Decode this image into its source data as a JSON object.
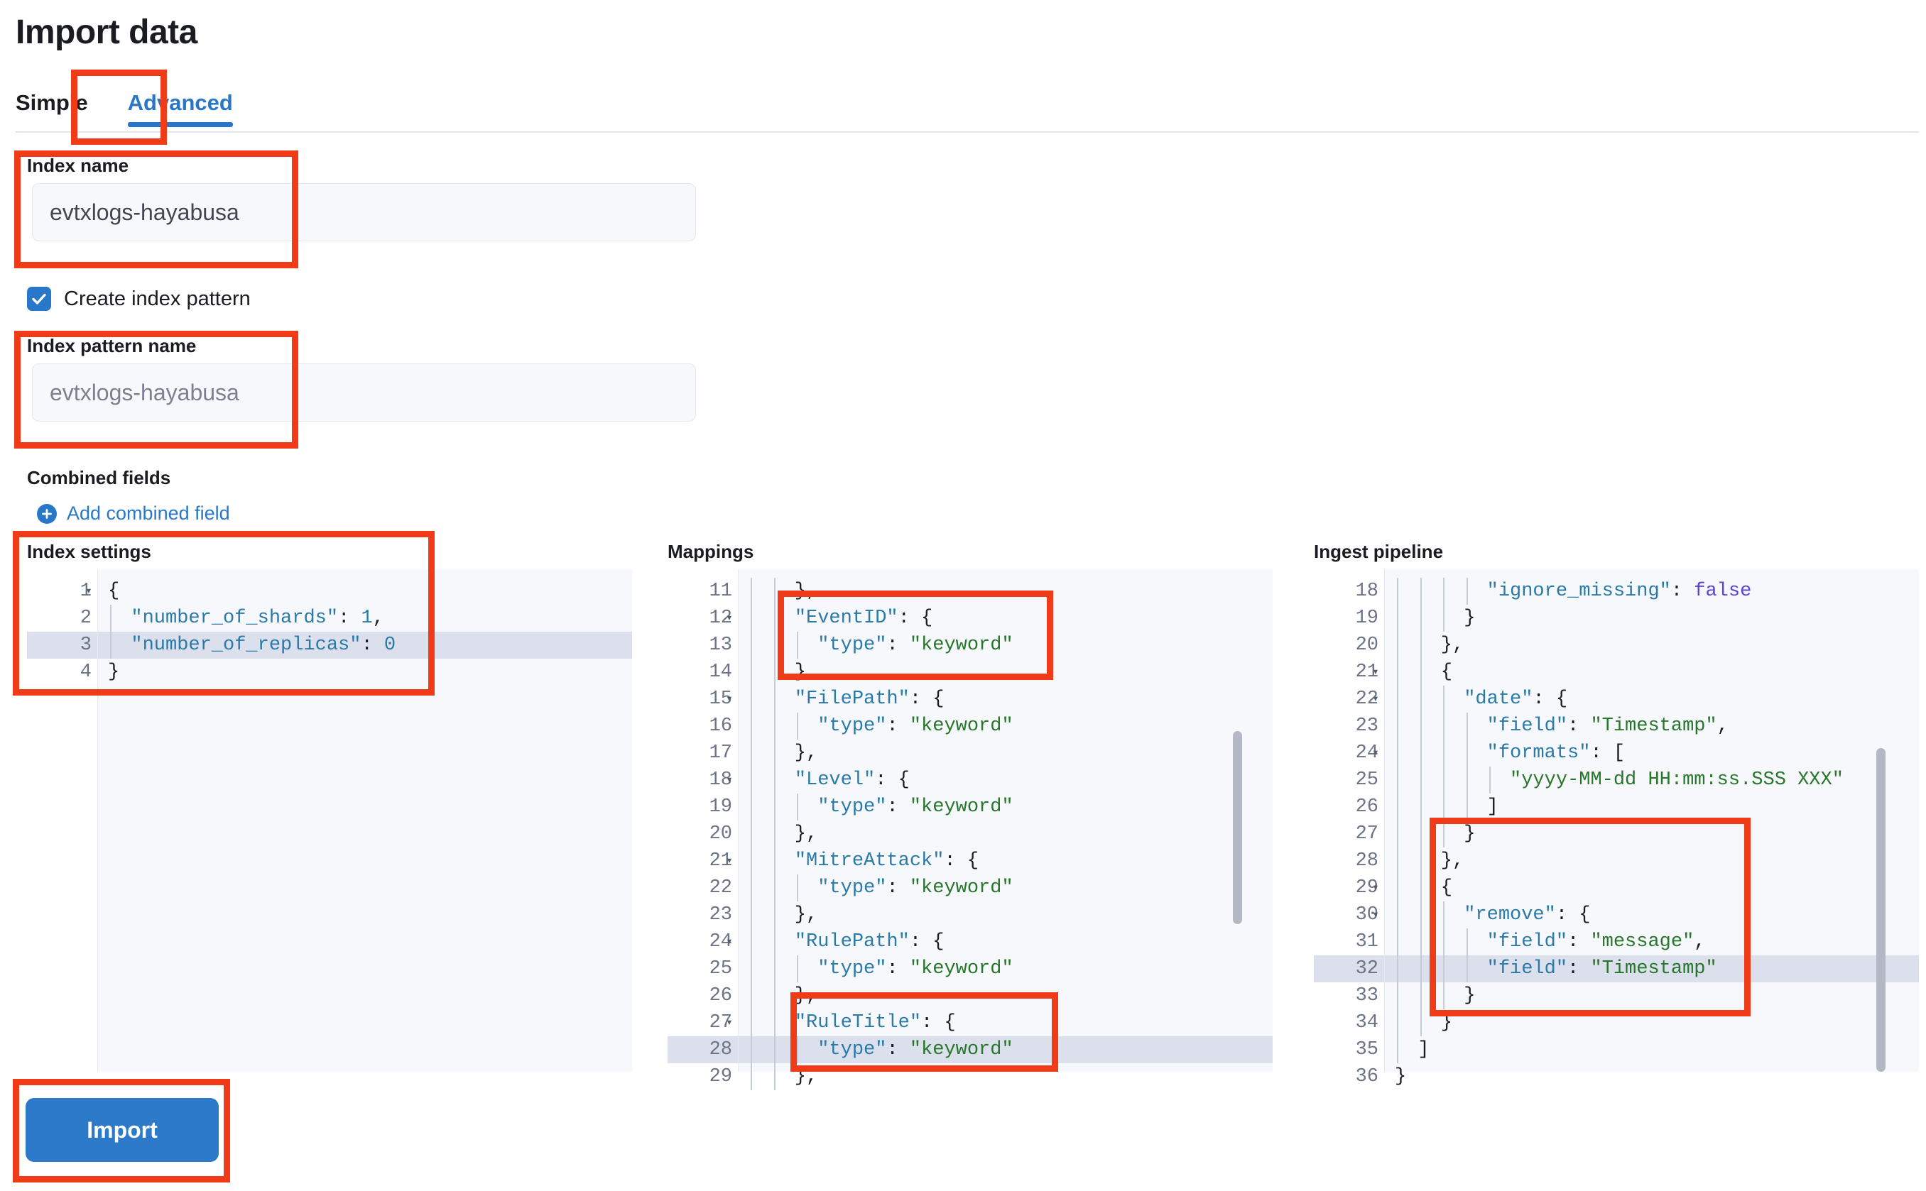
{
  "page": {
    "title": "Import data"
  },
  "tabs": [
    {
      "label": "Simple",
      "active": false
    },
    {
      "label": "Advanced",
      "active": true
    }
  ],
  "index_name": {
    "label": "Index name",
    "value": "evtxlogs-hayabusa"
  },
  "create_index_pattern": {
    "label": "Create index pattern",
    "checked": true
  },
  "index_pattern_name": {
    "label": "Index pattern name",
    "placeholder": "evtxlogs-hayabusa"
  },
  "combined_fields": {
    "label": "Combined fields",
    "add_label": "Add combined field"
  },
  "editors": {
    "index_settings": {
      "title": "Index settings",
      "highlighted_line": 3,
      "lines": [
        {
          "n": "1",
          "fold": true,
          "code": "{"
        },
        {
          "n": "2",
          "fold": false,
          "code": "  \"number_of_shards\": 1,"
        },
        {
          "n": "3",
          "fold": false,
          "code": "  \"number_of_replicas\": 0"
        },
        {
          "n": "4",
          "fold": false,
          "code": "}"
        }
      ]
    },
    "mappings": {
      "title": "Mappings",
      "highlighted_line": 28,
      "lines": [
        {
          "n": "11",
          "fold": false,
          "code": "    },"
        },
        {
          "n": "12",
          "fold": true,
          "code": "    \"EventID\": {"
        },
        {
          "n": "13",
          "fold": false,
          "code": "      \"type\": \"keyword\""
        },
        {
          "n": "14",
          "fold": false,
          "code": "    },"
        },
        {
          "n": "15",
          "fold": true,
          "code": "    \"FilePath\": {"
        },
        {
          "n": "16",
          "fold": false,
          "code": "      \"type\": \"keyword\""
        },
        {
          "n": "17",
          "fold": false,
          "code": "    },"
        },
        {
          "n": "18",
          "fold": true,
          "code": "    \"Level\": {"
        },
        {
          "n": "19",
          "fold": false,
          "code": "      \"type\": \"keyword\""
        },
        {
          "n": "20",
          "fold": false,
          "code": "    },"
        },
        {
          "n": "21",
          "fold": true,
          "code": "    \"MitreAttack\": {"
        },
        {
          "n": "22",
          "fold": false,
          "code": "      \"type\": \"keyword\""
        },
        {
          "n": "23",
          "fold": false,
          "code": "    },"
        },
        {
          "n": "24",
          "fold": true,
          "code": "    \"RulePath\": {"
        },
        {
          "n": "25",
          "fold": false,
          "code": "      \"type\": \"keyword\""
        },
        {
          "n": "26",
          "fold": false,
          "code": "    },"
        },
        {
          "n": "27",
          "fold": true,
          "code": "    \"RuleTitle\": {"
        },
        {
          "n": "28",
          "fold": false,
          "code": "      \"type\": \"keyword\""
        },
        {
          "n": "29",
          "fold": false,
          "code": "    },"
        }
      ]
    },
    "ingest_pipeline": {
      "title": "Ingest pipeline",
      "highlighted_line": 32,
      "lines": [
        {
          "n": "18",
          "fold": false,
          "code": "        \"ignore_missing\": false"
        },
        {
          "n": "19",
          "fold": false,
          "code": "      }"
        },
        {
          "n": "20",
          "fold": false,
          "code": "    },"
        },
        {
          "n": "21",
          "fold": true,
          "code": "    {"
        },
        {
          "n": "22",
          "fold": true,
          "code": "      \"date\": {"
        },
        {
          "n": "23",
          "fold": false,
          "code": "        \"field\": \"Timestamp\","
        },
        {
          "n": "24",
          "fold": true,
          "code": "        \"formats\": ["
        },
        {
          "n": "25",
          "fold": false,
          "code": "          \"yyyy-MM-dd HH:mm:ss.SSS XXX\""
        },
        {
          "n": "26",
          "fold": false,
          "code": "        ]"
        },
        {
          "n": "27",
          "fold": false,
          "code": "      }"
        },
        {
          "n": "28",
          "fold": false,
          "code": "    },"
        },
        {
          "n": "29",
          "fold": true,
          "code": "    {"
        },
        {
          "n": "30",
          "fold": true,
          "code": "      \"remove\": {"
        },
        {
          "n": "31",
          "fold": false,
          "code": "        \"field\": \"message\","
        },
        {
          "n": "32",
          "fold": false,
          "code": "        \"field\": \"Timestamp\""
        },
        {
          "n": "33",
          "fold": false,
          "code": "      }"
        },
        {
          "n": "34",
          "fold": false,
          "code": "    }"
        },
        {
          "n": "35",
          "fold": false,
          "code": "  ]"
        },
        {
          "n": "36",
          "fold": false,
          "code": "}"
        }
      ]
    }
  },
  "import_button": {
    "label": "Import"
  },
  "colors": {
    "accent": "#2977c9",
    "annotation": "#ef3b18",
    "editor_bg": "#f7f8fc",
    "string": "#27762b",
    "key": "#2a7aa8",
    "boolean": "#5b43d6"
  }
}
